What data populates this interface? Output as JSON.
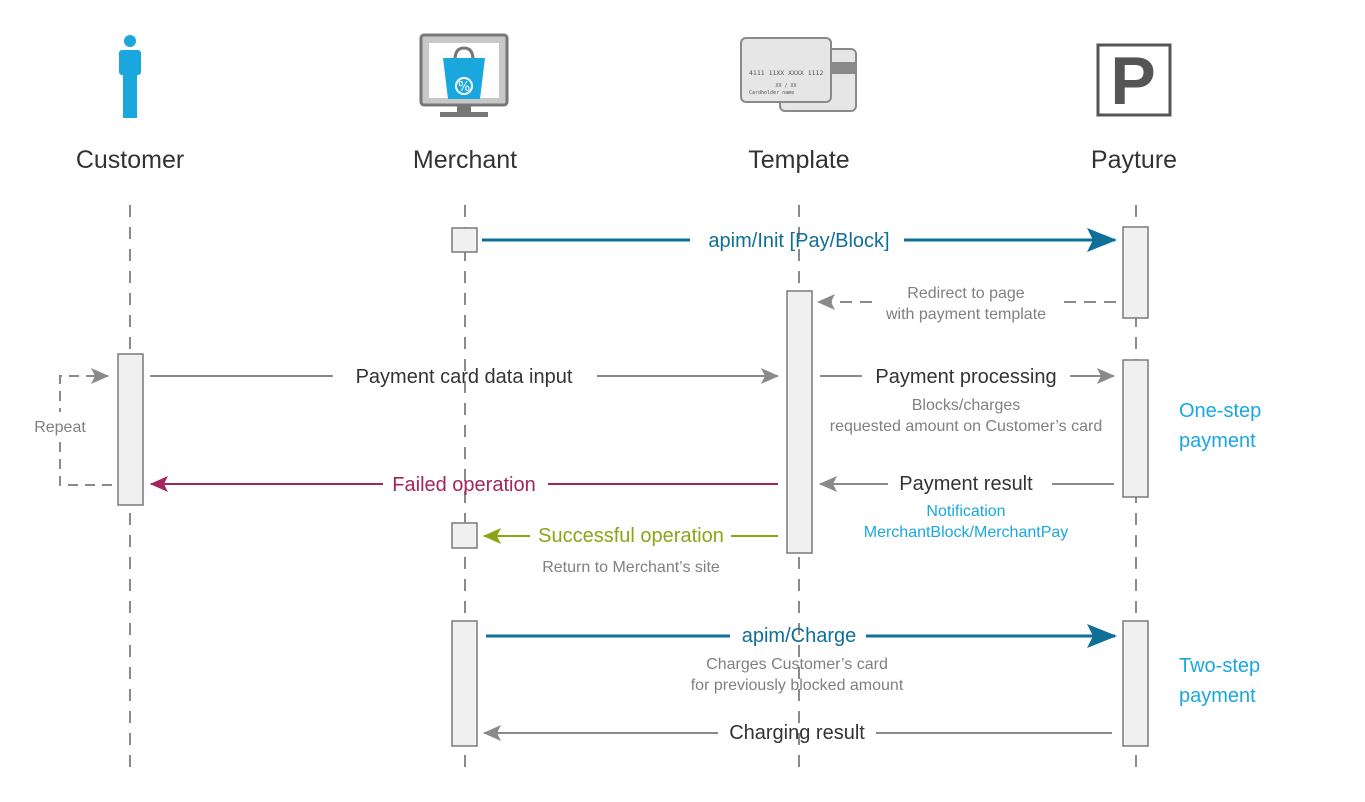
{
  "actors": {
    "customer": "Customer",
    "merchant": "Merchant",
    "template": "Template",
    "payture": "Payture"
  },
  "card_icon": {
    "number": "4111 11XX XXXX 1112",
    "expiry": "XX / XX",
    "holder": "Cardholder name"
  },
  "payture_logo": "P",
  "messages": {
    "init": "apim/Init [Pay/Block]",
    "redirect_line1": "Redirect to page",
    "redirect_line2": "with payment template",
    "card_input": "Payment card data input",
    "processing": "Payment processing",
    "processing_sub1": "Blocks/charges",
    "processing_sub2": "requested amount on Customer’s card",
    "repeat": "Repeat",
    "failed": "Failed operation",
    "payment_result": "Payment result",
    "notification1": "Notification",
    "notification2": "MerchantBlock/MerchantPay",
    "successful": "Successful operation",
    "return": "Return to Merchant’s site",
    "charge": "apim/Charge",
    "charge_sub1": "Charges Customer’s card",
    "charge_sub2": "for previously blocked amount",
    "charging_result": "Charging result"
  },
  "notes": {
    "one_step_1": "One-step",
    "one_step_2": "payment",
    "two_step_1": "Two-step",
    "two_step_2": "payment"
  },
  "colors": {
    "api": "#0f6f97",
    "failed": "#a3245e",
    "success": "#8aa516",
    "gray": "#808080",
    "note": "#1aa7de",
    "customer_icon": "#1aa7de"
  }
}
